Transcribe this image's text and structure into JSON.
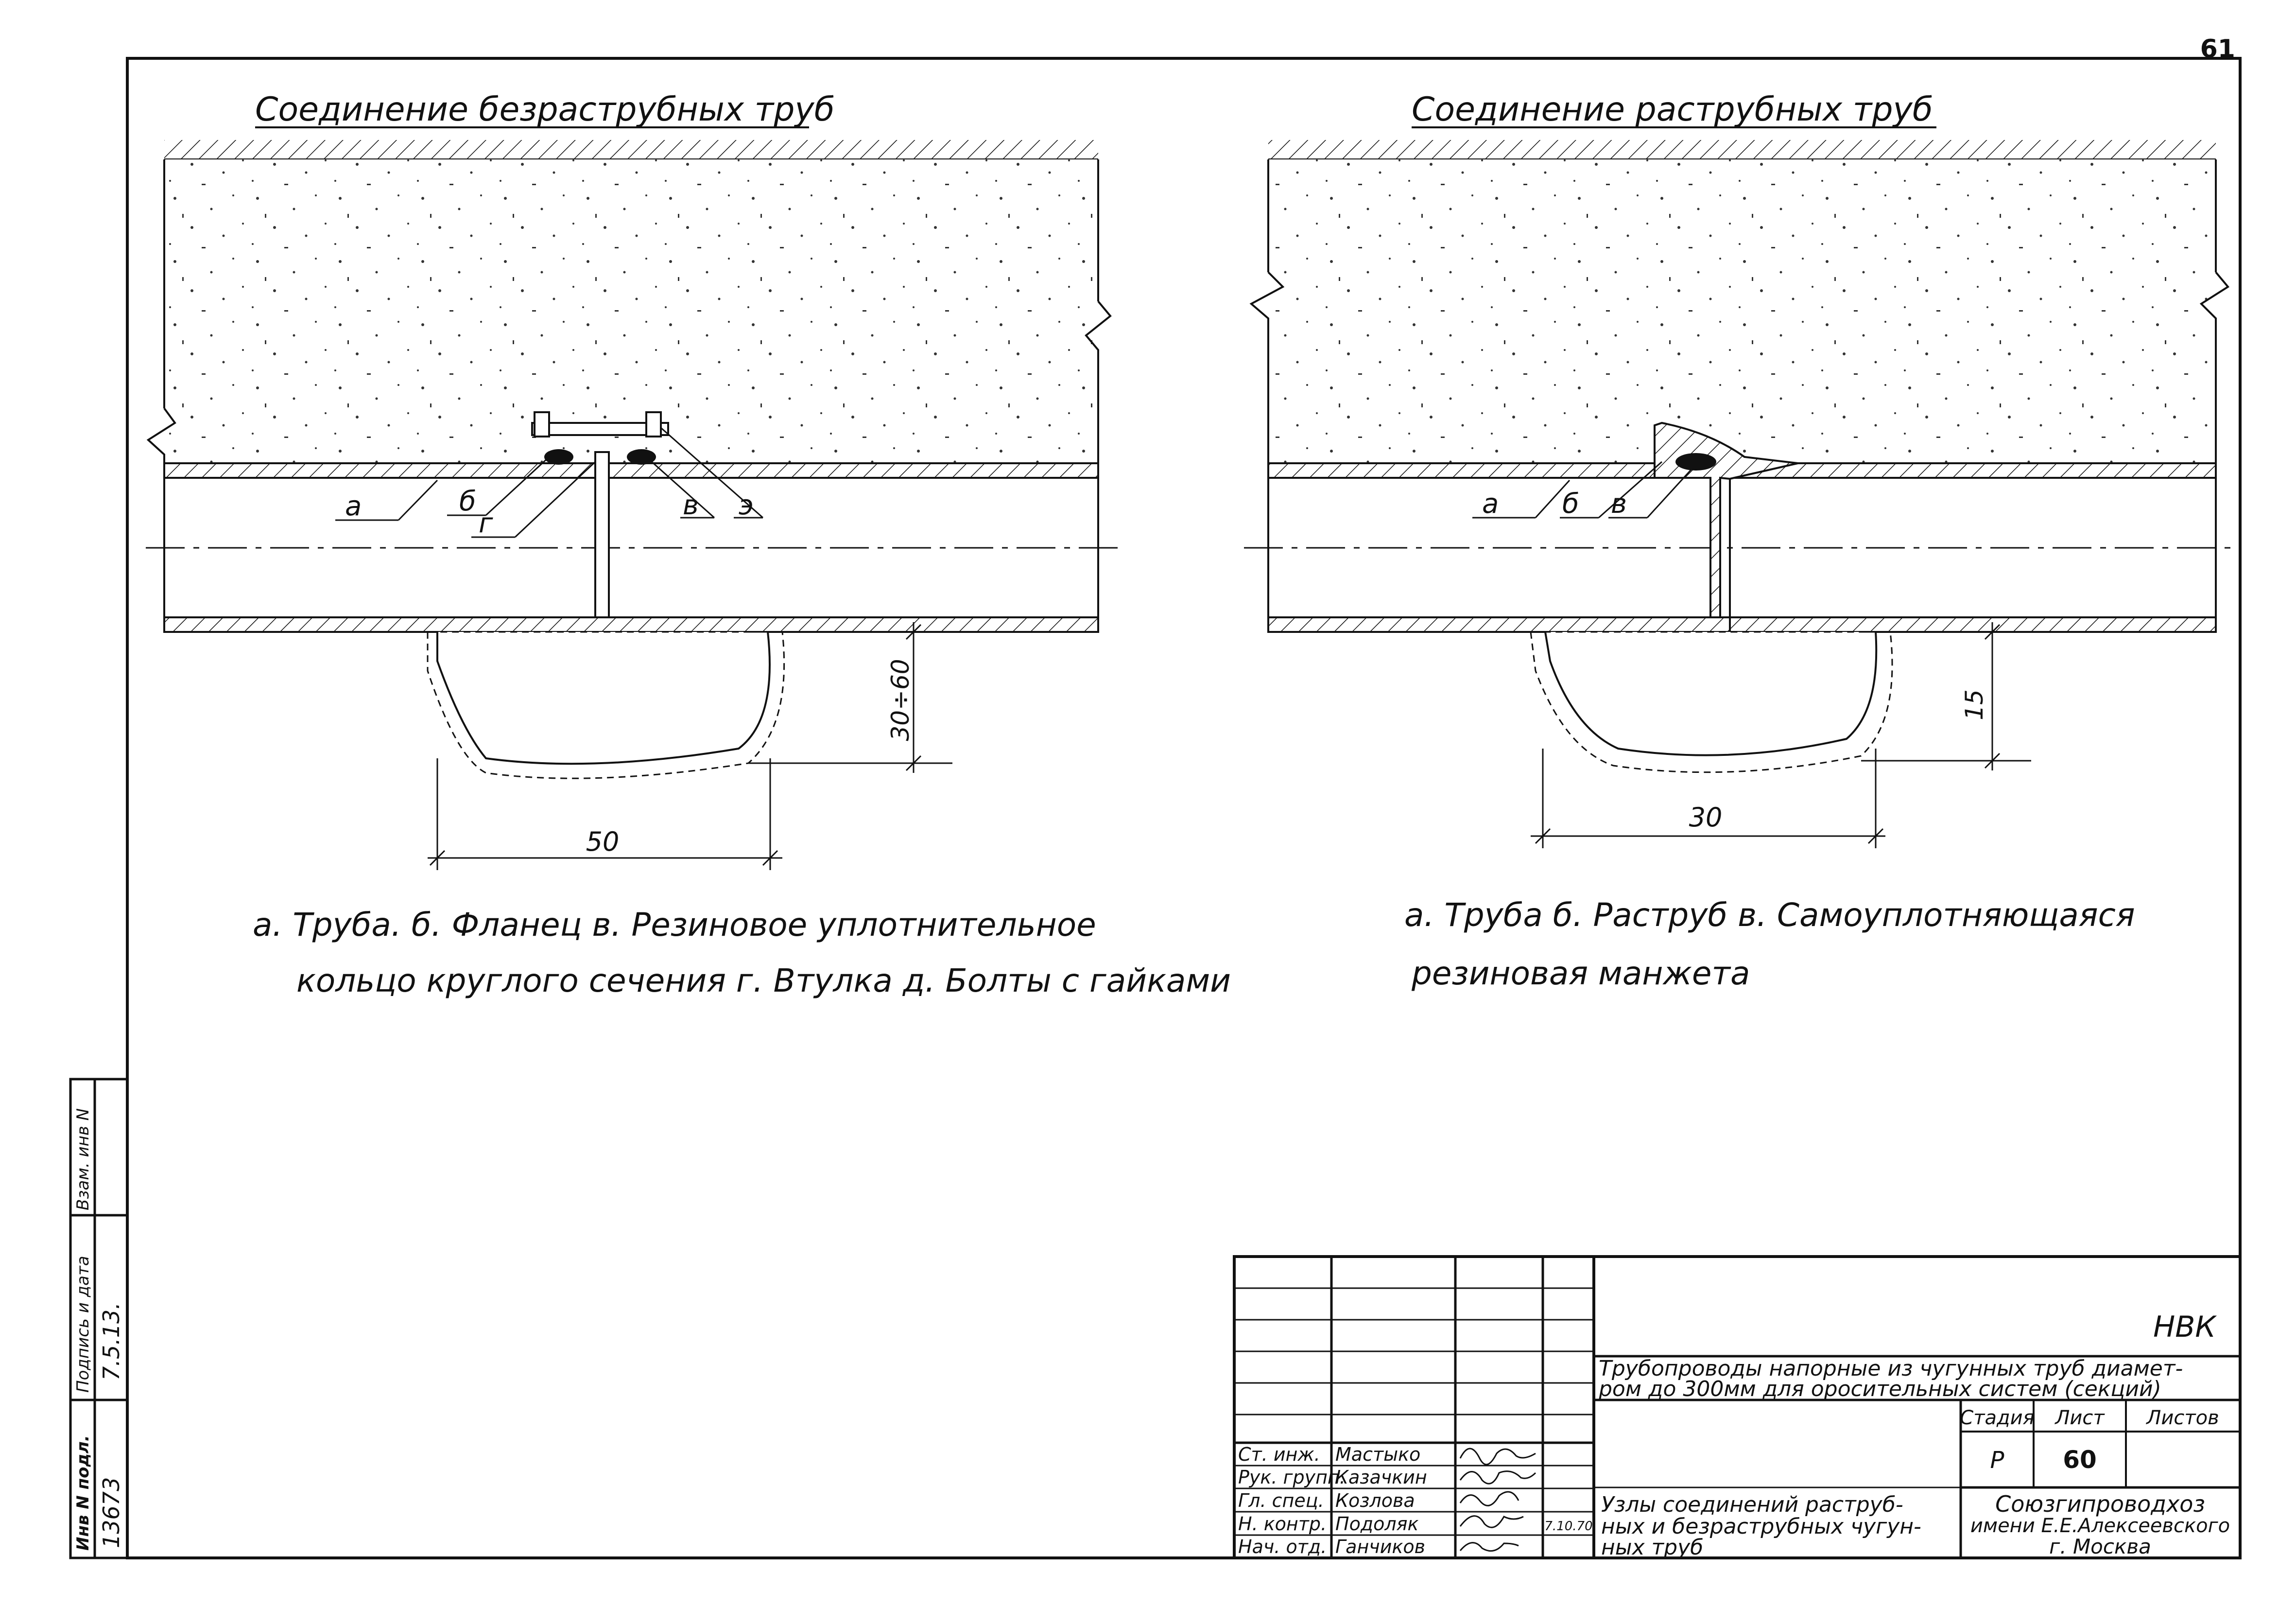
{
  "page_number": "61",
  "left_drawing": {
    "title": "Соединение безраструбных труб",
    "callouts": {
      "a": "а",
      "b": "б",
      "g": "г",
      "v": "в",
      "e": "э"
    },
    "dim_depth": "30÷60",
    "dim_width": "50",
    "legend_line1": "а. Труба.   б. Фланец   в. Резиновое уплотнительное",
    "legend_line2": "кольцо круглого сечения   г. Втулка   д. Болты с гайками"
  },
  "right_drawing": {
    "title": "Соединение раструбных труб",
    "callouts": {
      "a": "а",
      "b": "б",
      "v": "в"
    },
    "dim_depth": "15",
    "dim_width": "30",
    "legend_line1": "а. Труба      б. Раструб   в. Самоуплотняющаяся",
    "legend_line2": "резиновая манжета"
  },
  "side_stamp": {
    "cells": [
      "Инв N подл.",
      "Подпись и дата",
      "Взам. инв N"
    ],
    "values": [
      "13673",
      "7.5.13.",
      ""
    ]
  },
  "title_block": {
    "code": "НВК",
    "project_name_line1": "Трубопроводы напорные из чугунных труб диамет-",
    "project_name_line2": "ром до 300мм для оросительных систем (секций)",
    "col_stage": "Стадия",
    "col_sheet": "Лист",
    "col_sheets": "Листов",
    "stage": "Р",
    "sheet": "60",
    "sheets": "",
    "drawing_name_line1": "Узлы соединений раструб-",
    "drawing_name_line2": "ных и безраструбных чугун-",
    "drawing_name_line3": "ных труб",
    "org_line1": "Союзгипроводхоз",
    "org_line2": "имени Е.Е.Алексеевского",
    "org_line3": "г. Москва",
    "date": "7.10.70",
    "staff": [
      {
        "role": "Ст. инж.",
        "name": "Мастыко"
      },
      {
        "role": "Рук. групп.",
        "name": "Казачкин"
      },
      {
        "role": "Гл. спец.",
        "name": "Козлова"
      },
      {
        "role": "Н. контр.",
        "name": "Подоляк"
      },
      {
        "role": "Нач. отд.",
        "name": "Ганчиков"
      }
    ]
  }
}
